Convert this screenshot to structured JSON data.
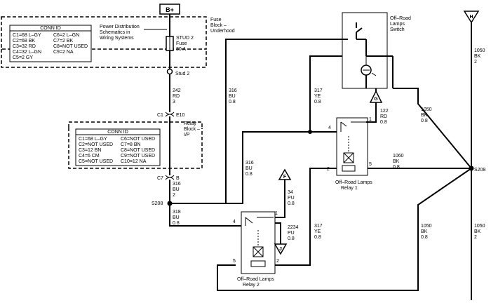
{
  "power": {
    "label": "B+"
  },
  "fuse_block": {
    "title_lines": [
      "Fuse",
      "Block –",
      "Underhood"
    ],
    "conn_title": "CONN ID",
    "conn_rows": [
      [
        "C1=68 L–GY",
        "C6=2 L–GN"
      ],
      [
        "C2=68 BK",
        "C7=2 BK"
      ],
      [
        "C3=32 RD",
        "C8=NOT USED"
      ],
      [
        "C4=32 L–GN",
        "C9=2 NA"
      ],
      [
        "C5=2 GY",
        ""
      ]
    ],
    "note_lines": [
      "Power Distribution",
      "Schematics in",
      "Wiring Systems"
    ],
    "fuse_lines": [
      "STUD 2",
      "Fuse",
      "30 A"
    ],
    "stud_label": "Stud 2"
  },
  "relay_block": {
    "title_lines": [
      "Relay",
      "Block –",
      "I/P"
    ],
    "conn_title": "CONN ID",
    "conn_rows": [
      [
        "C1=68 L–GY",
        "C6=NOT USED"
      ],
      [
        "C2=NOT USED",
        "C7=8 BN"
      ],
      [
        "C3=12 BN",
        "C8=NOT USED"
      ],
      [
        "C4=6 CM",
        "C9=NOT USED"
      ],
      [
        "C5=NOT USED",
        "C10=12 NA"
      ]
    ],
    "pin_top": {
      "conn": "C1",
      "pin": "E10"
    },
    "pin_bottom": {
      "conn": "C7",
      "pin": "B"
    }
  },
  "splices": {
    "s208_left": "S208",
    "s208_right": "S208"
  },
  "wires": {
    "w242": [
      "242",
      "RD",
      "3"
    ],
    "w316a": [
      "316",
      "BU",
      "2"
    ],
    "w316b": [
      "316",
      "BU",
      "0.8"
    ],
    "w316c": [
      "316",
      "BU",
      "0.8"
    ],
    "w318": [
      "318",
      "BU",
      "0.8"
    ],
    "w317a": [
      "317",
      "YE",
      "0.8"
    ],
    "w317b": [
      "317",
      "YE",
      "0.8"
    ],
    "w122": [
      "122",
      "RD",
      "0.8"
    ],
    "w1060": [
      "1060",
      "BK",
      "0.8"
    ],
    "w1050a": [
      "1050",
      "BK",
      "0.8"
    ],
    "w1050b": [
      "1050",
      "BK",
      "0.8"
    ],
    "w1050c": [
      "1050",
      "BK",
      "2"
    ],
    "w1050d": [
      "1050",
      "BK",
      "2"
    ],
    "w34": [
      "34",
      "PU",
      "0.8"
    ],
    "w2234": [
      "2234",
      "PU",
      "0.8"
    ]
  },
  "switch": {
    "label_lines": [
      "Off–Road",
      "Lamps",
      "Switch"
    ]
  },
  "relay1": {
    "label_lines": [
      "Off–Road Lamps",
      "Relay 1"
    ],
    "pins": {
      "p1": "1",
      "p2": "2",
      "p4": "4",
      "p5": "5"
    }
  },
  "relay2": {
    "label_lines": [
      "Off–Road Lamps",
      "Relay 2"
    ],
    "pins": {
      "p1": "1",
      "p2": "2",
      "p4": "4",
      "p5": "5"
    }
  },
  "refs": {
    "G": "G",
    "F": "F",
    "J": "J",
    "H": "H"
  }
}
